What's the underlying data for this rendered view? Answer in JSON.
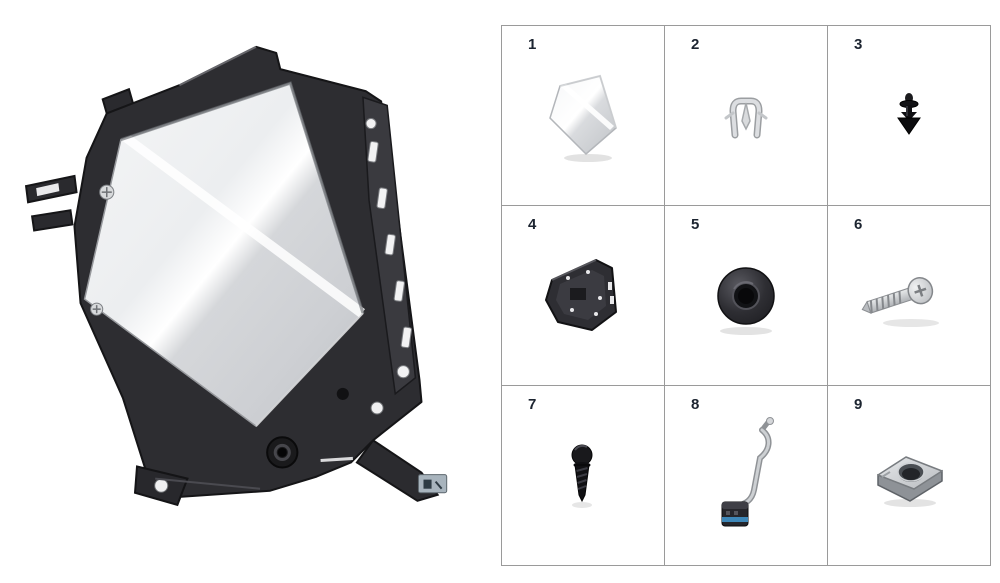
{
  "page": {
    "background_color": "#ffffff"
  },
  "illustration": {
    "icon": "bracket-mirror-assembly-icon",
    "frame_color": "#2d2d31",
    "panel_color": "#e9ebed"
  },
  "parts_grid": {
    "grid_line_color": "#9a9a9a",
    "number_color": "#1c2430",
    "cells": [
      {
        "number": "1",
        "icon": "chrome-panel-icon"
      },
      {
        "number": "2",
        "icon": "spring-clip-icon"
      },
      {
        "number": "3",
        "icon": "push-rivet-icon"
      },
      {
        "number": "4",
        "icon": "mounting-bracket-icon"
      },
      {
        "number": "5",
        "icon": "rubber-grommet-icon"
      },
      {
        "number": "6",
        "icon": "washer-head-screw-icon"
      },
      {
        "number": "7",
        "icon": "black-screw-icon"
      },
      {
        "number": "8",
        "icon": "wire-connector-icon"
      },
      {
        "number": "9",
        "icon": "u-nut-clip-icon"
      }
    ]
  }
}
